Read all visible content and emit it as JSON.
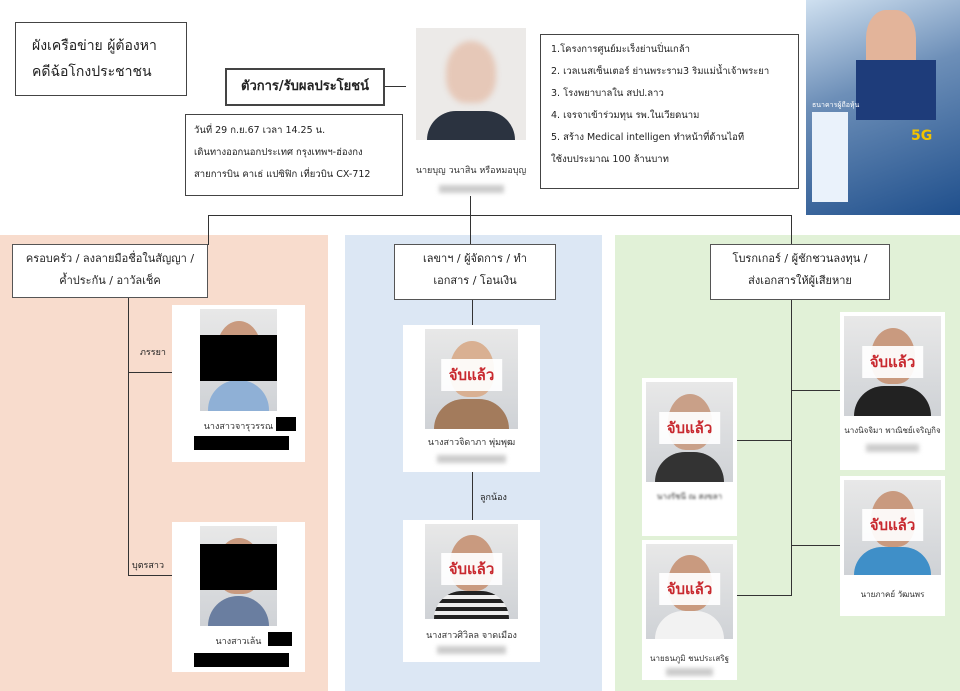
{
  "title": {
    "line1": "ผังเครือข่าย ผู้ต้องหา",
    "line2": "คดีฉ้อโกงประชาชน"
  },
  "principal": {
    "role": "ตัวการ/รับผลประโยชน์",
    "name": "นายบุญ วนาสิน หรือหมอบุญ",
    "travel": [
      "วันที่ 29 ก.ย.67 เวลา 14.25 น.",
      "เดินทางออกนอกประเทศ กรุงเทพฯ-ฮ่องกง",
      "สายการบิน คาเธ่ แปซิฟิก เที่ยวบิน CX-712"
    ],
    "projects": [
      "1.โครงการศูนย์มะเร็งย่านปิ่นเกล้า",
      "2. เวลเนสเซ็นเตอร์ ย่านพระราม3 ริมแม่น้ำเจ้าพระยา",
      "3. โรงพยาบาลใน สปป.ลาว",
      "4. เจรจาเข้าร่วมทุน รพ.ในเวียดนาม",
      "5. สร้าง Medical intelligen ทำหน้าที่ด้านไอที",
      "ใช้งบประมาณ 100 ล้านบาท"
    ]
  },
  "poster": {
    "caption": "ธนาคารผู้ถือหุ้น",
    "badge": "5G"
  },
  "stamp": "จับแล้ว",
  "groups": [
    {
      "header": [
        "ครอบครัว / ลงลายมือชื่อในสัญญา /",
        "ค้ำประกัน / อาวัลเช็ค"
      ],
      "color": "#f8dccd",
      "members": [
        {
          "relation": "ภรรยา",
          "name": "นางสาวจารุวรรณ"
        },
        {
          "relation": "บุตรสาว",
          "name": "นางสาวเล้น"
        }
      ]
    },
    {
      "header": [
        "เลขาฯ / ผู้จัดการ / ทำ",
        "เอกสาร / โอนเงิน"
      ],
      "color": "#dce7f4",
      "members": [
        {
          "name": "นางสาวจิดาภา พุ่มพุฒ"
        },
        {
          "relation": "ลูกน้อง",
          "name": "นางสาวศิวิลล จาดเมือง"
        }
      ]
    },
    {
      "header": [
        "โบรกเกอร์ / ผู้ชักชวนลงทุน /",
        "ส่งเอกสารให้ผู้เสียหาย"
      ],
      "color": "#e1f1d7",
      "members": [
        {
          "name": "นางนิจจิมา พาณิชย์เจริญกิจ"
        },
        {
          "name": "นายภาคย์ วัฒนพร"
        },
        {
          "name": "นางรัชนี ณ สงขลา"
        },
        {
          "name": "นายธนภูมิ ชนประเสริฐ"
        }
      ]
    }
  ]
}
